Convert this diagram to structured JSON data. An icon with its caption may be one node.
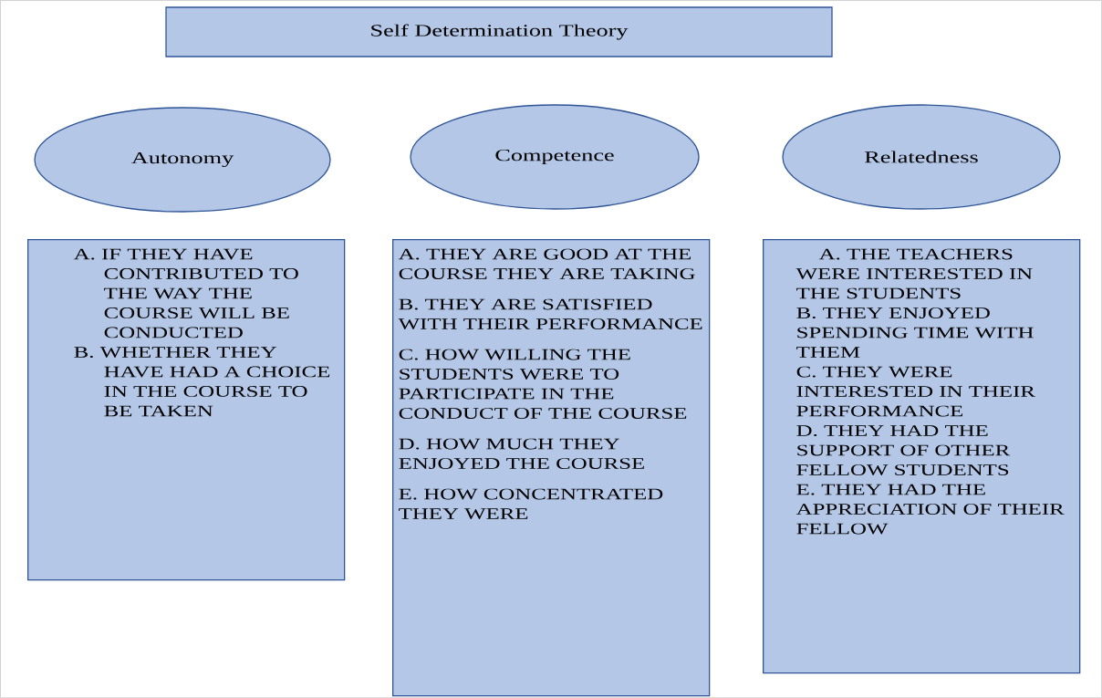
{
  "diagram": {
    "nodes": [
      {
        "text": [
          "Self Determination Theory"
        ]
      },
      {
        "text": [
          "Autonomy"
        ]
      },
      {
        "text": [
          "Competence"
        ]
      },
      {
        "text": [
          "Relatedness"
        ]
      },
      {
        "text": [
          "A. IF THEY HAVE CONTRIBUTED TO THE WAY THE COURSE WILL BE CONDUCTED",
          "B. WHETHER THEY HAVE HAD A CHOICE IN THE COURSE TO BE TAKEN"
        ]
      },
      {
        "text": [
          "A. THEY ARE GOOD AT THE COURSE THEY ARE TAKING",
          "B. THEY ARE SATISFIED WITH THEIR PERFORMANCE",
          "C. HOW WILLING THE STUDENTS WERE TO PARTICIPATE IN THE CONDUCT OF THE COURSE",
          "D. HOW MUCH THEY ENJOYED THE COURSE",
          "E. HOW CONCENTRATED THEY WERE"
        ]
      },
      {
        "text": [
          "A. THE TEACHERS WERE INTERESTED IN THE STUDENTS",
          "B. THEY ENJOYED SPENDING TIME WITH THEM",
          "C. THEY WERE INTERESTED IN THEIR PERFORMANCE",
          "D. THEY HAD THE SUPPORT OF OTHER FELLOW STUDENTS",
          "E. THEY HAD THE APPRECIATION OF THEIR FELLOW"
        ]
      }
    ]
  }
}
